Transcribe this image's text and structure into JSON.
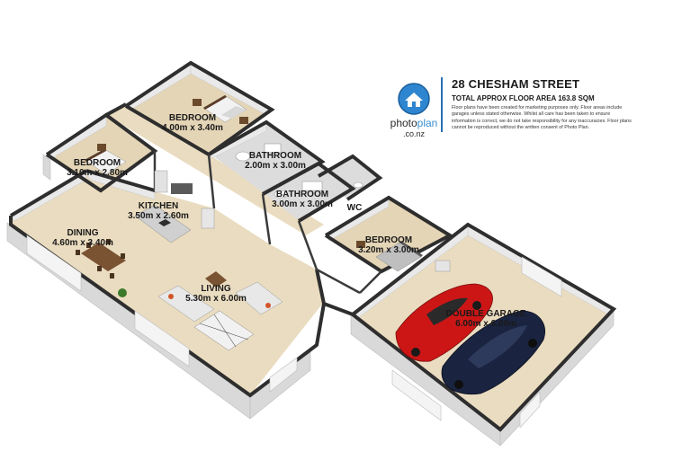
{
  "header": {
    "address": "28 CHESHAM STREET",
    "area": "TOTAL APPROX FLOOR AREA 163.8 SQM",
    "disclaimer": "Floor plans have been created for marketing purposes only. Floor areas include garages unless stated otherwise. Whilst all care has been taken to ensure information is correct, we do not take responsibility for any inaccuracies. Floor plans cannot be reproduced without the written consent of Photo Plan."
  },
  "logo": {
    "brand_a": "photo",
    "brand_b": "plan",
    "domain": ".co.nz",
    "icon": "house-logo-icon"
  },
  "rooms": {
    "bedroom1": {
      "name": "BEDROOM",
      "dim": "4.00m x 3.40m"
    },
    "bedroom2": {
      "name": "BEDROOM",
      "dim": "3.10m x 2.80m"
    },
    "bathroom1": {
      "name": "BATHROOM",
      "dim": "2.00m x 3.00m"
    },
    "bathroom2": {
      "name": "BATHROOM",
      "dim": "3.00m x 3.00m"
    },
    "wc": {
      "name": "WC"
    },
    "kitchen": {
      "name": "KITCHEN",
      "dim": "3.50m x 2.60m"
    },
    "dining": {
      "name": "DINING",
      "dim": "4.60m x 3.40m"
    },
    "living": {
      "name": "LIVING",
      "dim": "5.30m x 6.00m"
    },
    "bedroom3": {
      "name": "BEDROOM",
      "dim": "3.20m x 3.00m"
    },
    "garage": {
      "name": "DOUBLE GARAGE",
      "dim": "6.00m x 6.00m"
    }
  },
  "colors": {
    "floor": "#eadcc0",
    "wall": "#3a3a3a",
    "wall_face": "#d8d8d8",
    "accent": "#2a6fb0",
    "car_red": "#d01818",
    "car_navy": "#18243f"
  }
}
